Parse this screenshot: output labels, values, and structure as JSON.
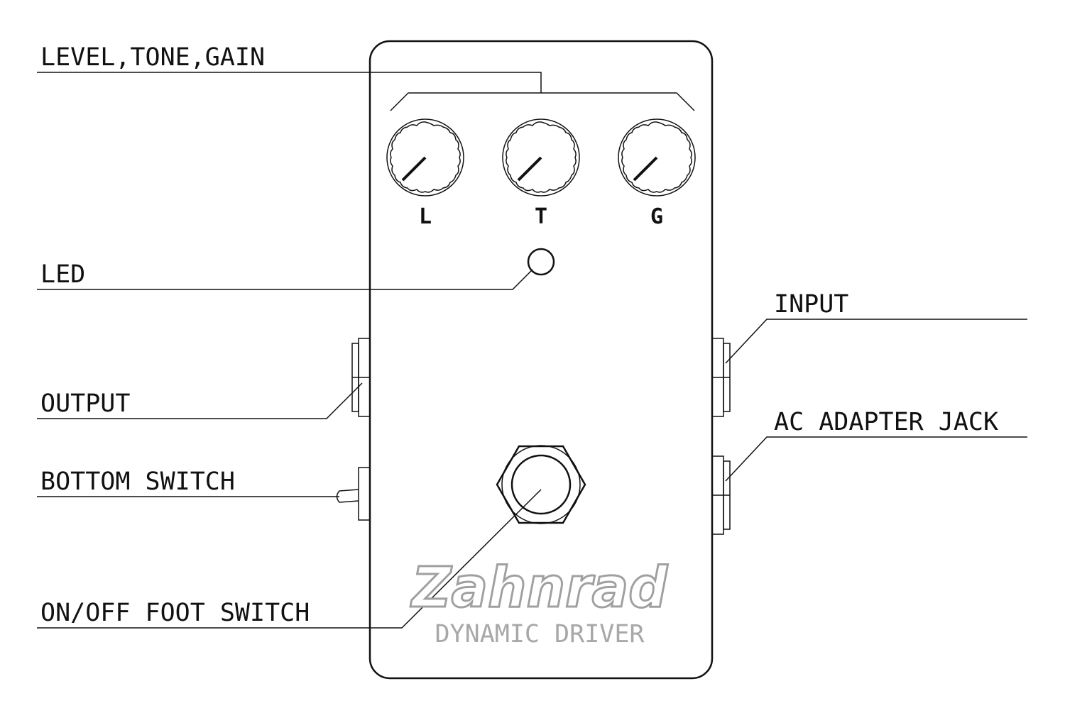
{
  "callouts": {
    "knobs": "LEVEL,TONE,GAIN",
    "led": "LED",
    "output": "OUTPUT",
    "bottom_switch": "BOTTOM SWITCH",
    "foot_switch": "ON/OFF FOOT SWITCH",
    "input": "INPUT",
    "ac_adapter": "AC ADAPTER JACK"
  },
  "knobs": [
    {
      "letter": "L"
    },
    {
      "letter": "T"
    },
    {
      "letter": "G"
    }
  ],
  "brand": {
    "logo": "Zahnrad",
    "model": "DYNAMIC DRIVER"
  },
  "colors": {
    "line": "#111111",
    "logo_outline": "#a0a0a0",
    "model_text": "#a8a8a8",
    "background": "#ffffff"
  }
}
